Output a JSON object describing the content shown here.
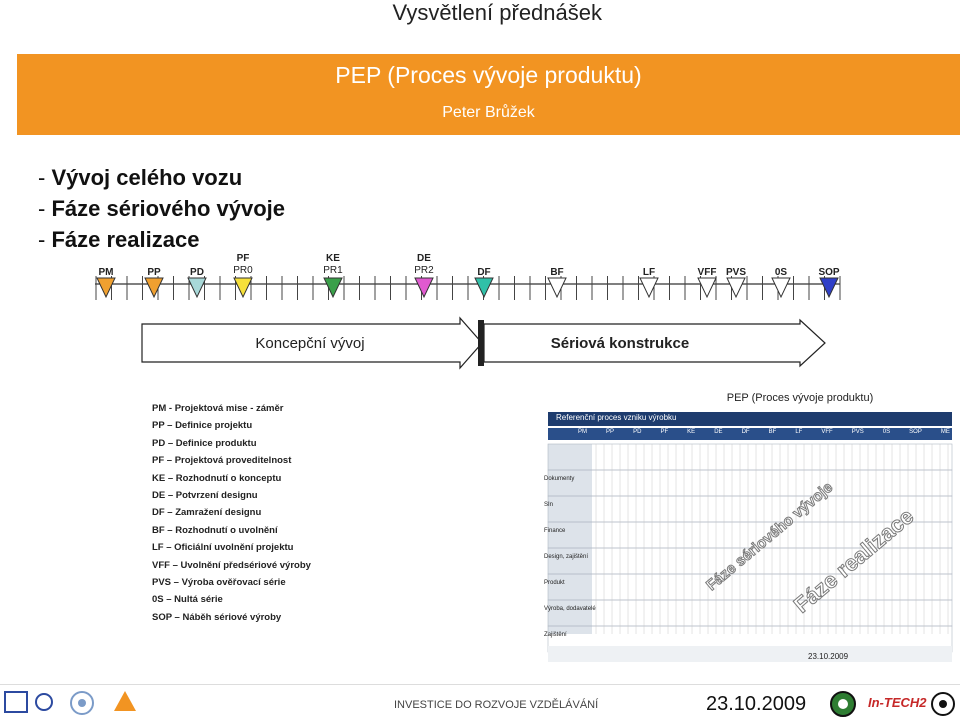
{
  "header": {
    "title": "Vysvětlení přednášek"
  },
  "banner": {
    "title": "PEP (Proces vývoje produktu)",
    "author": "Peter Brůžek"
  },
  "bullets": [
    "Vývoj celého vozu",
    "Fáze sériového vývoje",
    "Fáze realizace"
  ],
  "timeline": {
    "phases": [
      {
        "code": "PM",
        "sub": "",
        "color": "#f0a030"
      },
      {
        "code": "PP",
        "sub": "",
        "color": "#f0a030"
      },
      {
        "code": "PD",
        "sub": "",
        "color": "#a8d8d8"
      },
      {
        "code": "PF",
        "sub": "PR0",
        "color": "#f6e03a"
      },
      {
        "code": "KE",
        "sub": "PR1",
        "color": "#3aa04a"
      },
      {
        "code": "DE",
        "sub": "PR2",
        "color": "#e05ad0"
      },
      {
        "code": "DF",
        "sub": "",
        "color": "#30c0a8"
      },
      {
        "code": "BF",
        "sub": "",
        "color": "#ffffff"
      },
      {
        "code": "LF",
        "sub": "",
        "color": "#ffffff"
      },
      {
        "code": "VFF",
        "sub": "",
        "color": "#ffffff"
      },
      {
        "code": "PVS",
        "sub": "",
        "color": "#ffffff"
      },
      {
        "code": "0S",
        "sub": "",
        "color": "#ffffff"
      },
      {
        "code": "SOP",
        "sub": "",
        "color": "#3040c8"
      }
    ],
    "concept_label": "Koncepční vývoj",
    "series_label": "Sériová konstrukce"
  },
  "legend": [
    "PM -  Projektová mise - záměr",
    "PP – Definice projektu",
    "PD – Definice produktu",
    "PF – Projektová proveditelnost",
    "KE – Rozhodnutí o konceptu",
    "DE – Potvrzení designu",
    "DF – Zamražení designu",
    "BF – Rozhodnutí o uvolnění",
    "LF – Oficiální uvolnění projektu",
    "VFF – Uvolnění předsériové výroby",
    "PVS – Výroba ověřovací série",
    "0S – Nultá série",
    "SOP – Náběh sériové výroby"
  ],
  "reference_figure": {
    "title": "PEP (Proces vývoje produktu)",
    "subtitle": "Referenční proces vzniku výrobku",
    "header_codes": [
      "PM",
      "PP",
      "PD",
      "PF",
      "KE",
      "DE",
      "DF",
      "BF",
      "LF",
      "VFF",
      "PVS",
      "0S",
      "SOP",
      "ME"
    ],
    "row_labels": [
      "Dokumenty",
      "SIn",
      "Finance",
      "Design, zajištění",
      "Produkt",
      "Výroba, dodavatelé",
      "Zajištění"
    ],
    "overlay_1": "Fáze sériového vývoje",
    "overlay_2": "Fáze realizace",
    "date": "23.10.2009"
  },
  "footer": {
    "program": "INVESTICE DO ROZVOJE VZDĚLÁVÁNÍ",
    "date": "23.10.2009",
    "brand": "In-TECH2"
  }
}
